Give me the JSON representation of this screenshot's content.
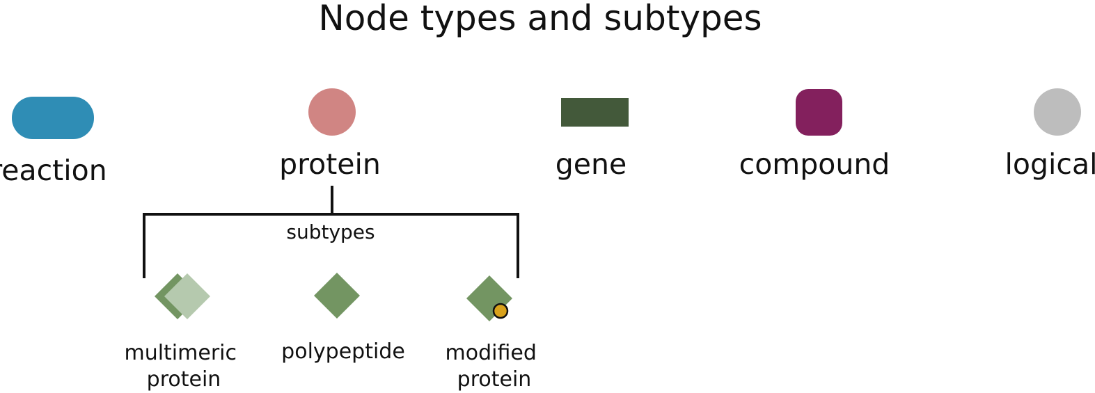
{
  "title": "Node types and subtypes",
  "node_types": [
    {
      "key": "reaction",
      "label": "reaction",
      "shape": "rounded-rectangle",
      "color": "#2f8db5"
    },
    {
      "key": "protein",
      "label": "protein",
      "shape": "circle",
      "color": "#d08583"
    },
    {
      "key": "gene",
      "label": "gene",
      "shape": "rectangle",
      "color": "#43593a"
    },
    {
      "key": "compound",
      "label": "compound",
      "shape": "rounded-square",
      "color": "#83205d"
    },
    {
      "key": "logical",
      "label": "logical",
      "shape": "circle",
      "color": "#bdbdbd"
    }
  ],
  "subtypes_label": "subtypes",
  "protein_subtypes": [
    {
      "key": "multimeric",
      "label_lines": [
        "multimeric",
        "protein"
      ],
      "shape": "stacked-diamonds",
      "color": "#739562",
      "secondary_color": "#b5c9ae"
    },
    {
      "key": "polypeptide",
      "label_lines": [
        "polypeptide"
      ],
      "shape": "diamond",
      "color": "#739562"
    },
    {
      "key": "modified",
      "label_lines": [
        "modified",
        "protein"
      ],
      "shape": "diamond-with-dot",
      "color": "#739562",
      "dot_color": "#d9a21c"
    }
  ],
  "connector_color": "#111111"
}
